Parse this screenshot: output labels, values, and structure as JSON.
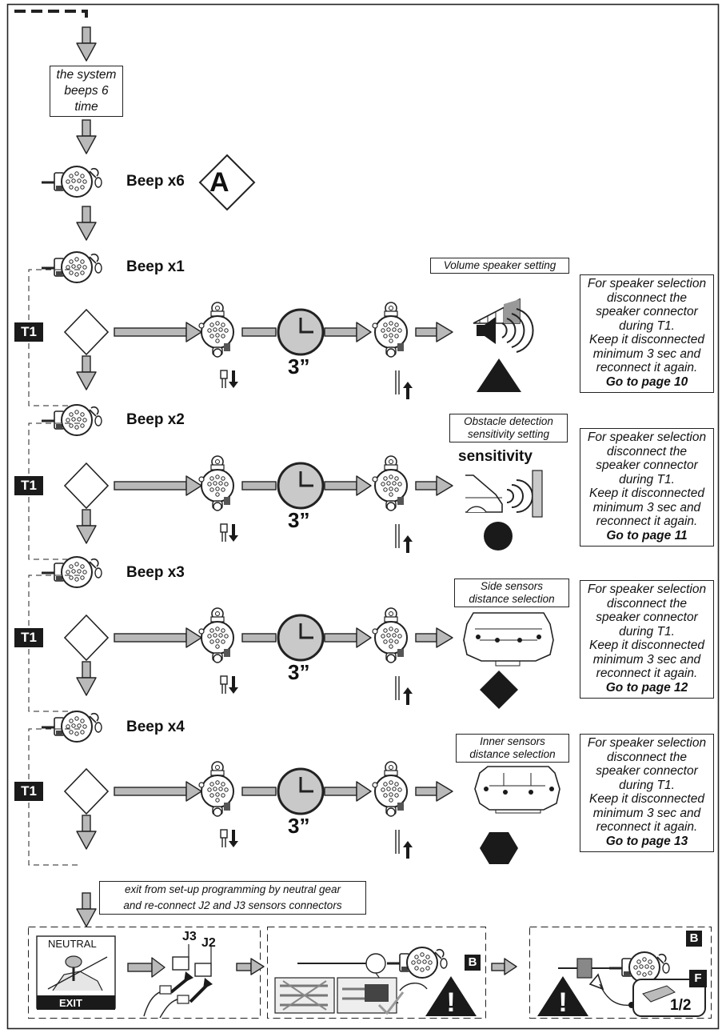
{
  "start_box": {
    "line1": "the system",
    "line2": "beeps 6",
    "line3": "time"
  },
  "beep6": {
    "label": "Beep x6",
    "badge": "A"
  },
  "timer_label": "T1",
  "seconds": "3”",
  "steps": [
    {
      "beep": "Beep x1",
      "caption": [
        "Volume speaker setting"
      ],
      "symbol": "triangle",
      "box": [
        "For speaker selection",
        "disconnect the",
        "speaker connector",
        "during T1.",
        "Keep it disconnected",
        "minimum 3 sec and",
        "reconnect it again."
      ],
      "goto": "Go to page 10"
    },
    {
      "beep": "Beep x2",
      "caption": [
        "Obstacle detection",
        "sensitivity setting"
      ],
      "sensitivity_word": "sensitivity",
      "symbol": "circle",
      "box": [
        "For speaker selection",
        "disconnect the",
        "speaker connector",
        "during T1.",
        "Keep it disconnected",
        "minimum 3 sec and",
        "reconnect it again."
      ],
      "goto": "Go to page 11"
    },
    {
      "beep": "Beep x3",
      "caption": [
        "Side sensors",
        "distance selection"
      ],
      "symbol": "diamond",
      "box": [
        "For speaker selection",
        "disconnect the",
        "speaker connector",
        "during T1.",
        "Keep it disconnected",
        "minimum 3 sec and",
        "reconnect it again."
      ],
      "goto": "Go to page 12"
    },
    {
      "beep": "Beep x4",
      "caption": [
        "Inner sensors",
        "distance selection"
      ],
      "symbol": "hexagon",
      "box": [
        "For speaker selection",
        "disconnect the",
        "speaker connector",
        "during T1.",
        "Keep it disconnected",
        "minimum 3 sec and",
        "reconnect it again."
      ],
      "goto": "Go to page 13"
    }
  ],
  "exit_box": {
    "line1": "exit from set-up programming by neutral gear",
    "line2": "and re-connect J2 and J3 sensors connectors"
  },
  "bottom": {
    "neutral": "NEUTRAL",
    "exit": "EXIT",
    "j3": "J3",
    "j2": "J2",
    "badge_b": "B",
    "badge_f": "F",
    "fraction": "1/2"
  },
  "colors": {
    "arrow_fill": "#b9b9b9",
    "clock_fill": "#c9c9c9",
    "ink": "#1a1a1a"
  }
}
